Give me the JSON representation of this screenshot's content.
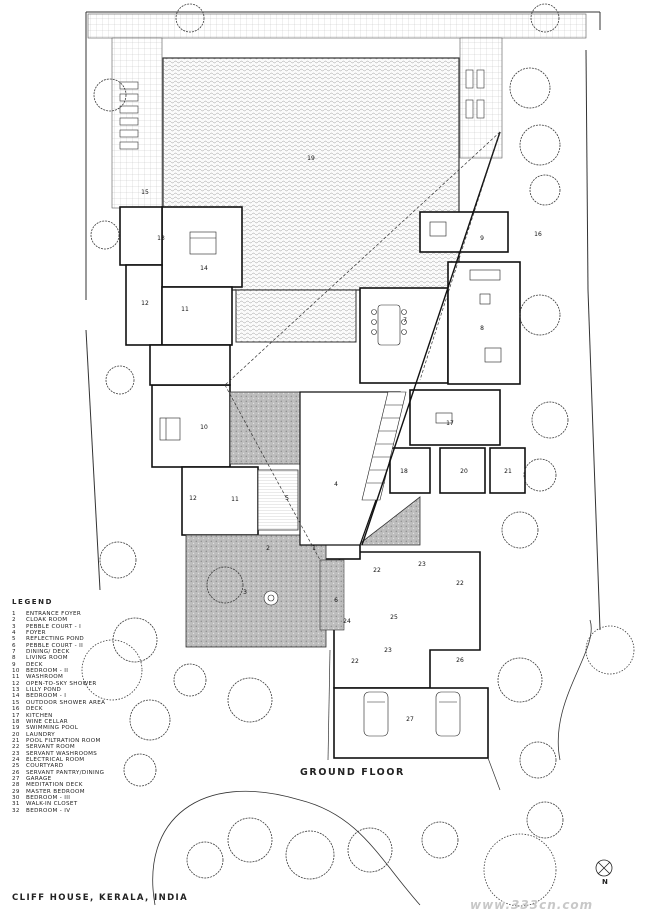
{
  "legend": {
    "title": "LEGEND",
    "items": [
      {
        "num": "1",
        "label": "ENTRANCE FOYER"
      },
      {
        "num": "2",
        "label": "CLOAK ROOM"
      },
      {
        "num": "3",
        "label": "PEBBLE COURT - I"
      },
      {
        "num": "4",
        "label": "FOYER"
      },
      {
        "num": "5",
        "label": "REFLECTING POND"
      },
      {
        "num": "6",
        "label": "PEBBLE COURT - II"
      },
      {
        "num": "7",
        "label": "DINING/ DECK"
      },
      {
        "num": "8",
        "label": "LIVING ROOM"
      },
      {
        "num": "9",
        "label": "DECK"
      },
      {
        "num": "10",
        "label": "BEDROOM - II"
      },
      {
        "num": "11",
        "label": "WASHROOM"
      },
      {
        "num": "12",
        "label": "OPEN-TO-SKY SHOWER"
      },
      {
        "num": "13",
        "label": "LILLY POND"
      },
      {
        "num": "14",
        "label": "BEDROOM - I"
      },
      {
        "num": "15",
        "label": "OUTDOOR SHOWER AREA"
      },
      {
        "num": "16",
        "label": "DECK"
      },
      {
        "num": "17",
        "label": "KITCHEN"
      },
      {
        "num": "18",
        "label": "WINE CELLAR"
      },
      {
        "num": "19",
        "label": "SWIMMING POOL"
      },
      {
        "num": "20",
        "label": "LAUNDRY"
      },
      {
        "num": "21",
        "label": "POOL FILTRATION ROOM"
      },
      {
        "num": "22",
        "label": "SERVANT ROOM"
      },
      {
        "num": "23",
        "label": "SERVANT WASHROOMS"
      },
      {
        "num": "24",
        "label": "ELECTRICAL ROOM"
      },
      {
        "num": "25",
        "label": "COURTYARD"
      },
      {
        "num": "26",
        "label": "SERVANT PANTRY/DINING"
      },
      {
        "num": "27",
        "label": "GARAGE"
      },
      {
        "num": "28",
        "label": "MEDITATION DECK"
      },
      {
        "num": "29",
        "label": "MASTER BEDROOM"
      },
      {
        "num": "30",
        "label": "BEDROOM - III"
      },
      {
        "num": "31",
        "label": "WALK-IN CLOSET"
      },
      {
        "num": "32",
        "label": "BEDROOM - IV"
      }
    ]
  },
  "room_labels": [
    "1",
    "2",
    "3",
    "4",
    "5",
    "6",
    "7",
    "8",
    "9",
    "10",
    "11",
    "11",
    "12",
    "12",
    "13",
    "14",
    "15",
    "16",
    "17",
    "18",
    "19",
    "20",
    "21",
    "22",
    "22",
    "22",
    "23",
    "23",
    "24",
    "25",
    "26",
    "27"
  ],
  "floor_label": "GROUND FLOOR",
  "project_title": "CLIFF HOUSE, KERALA, INDIA",
  "north_label": "N",
  "watermark": "www.333cn.com"
}
